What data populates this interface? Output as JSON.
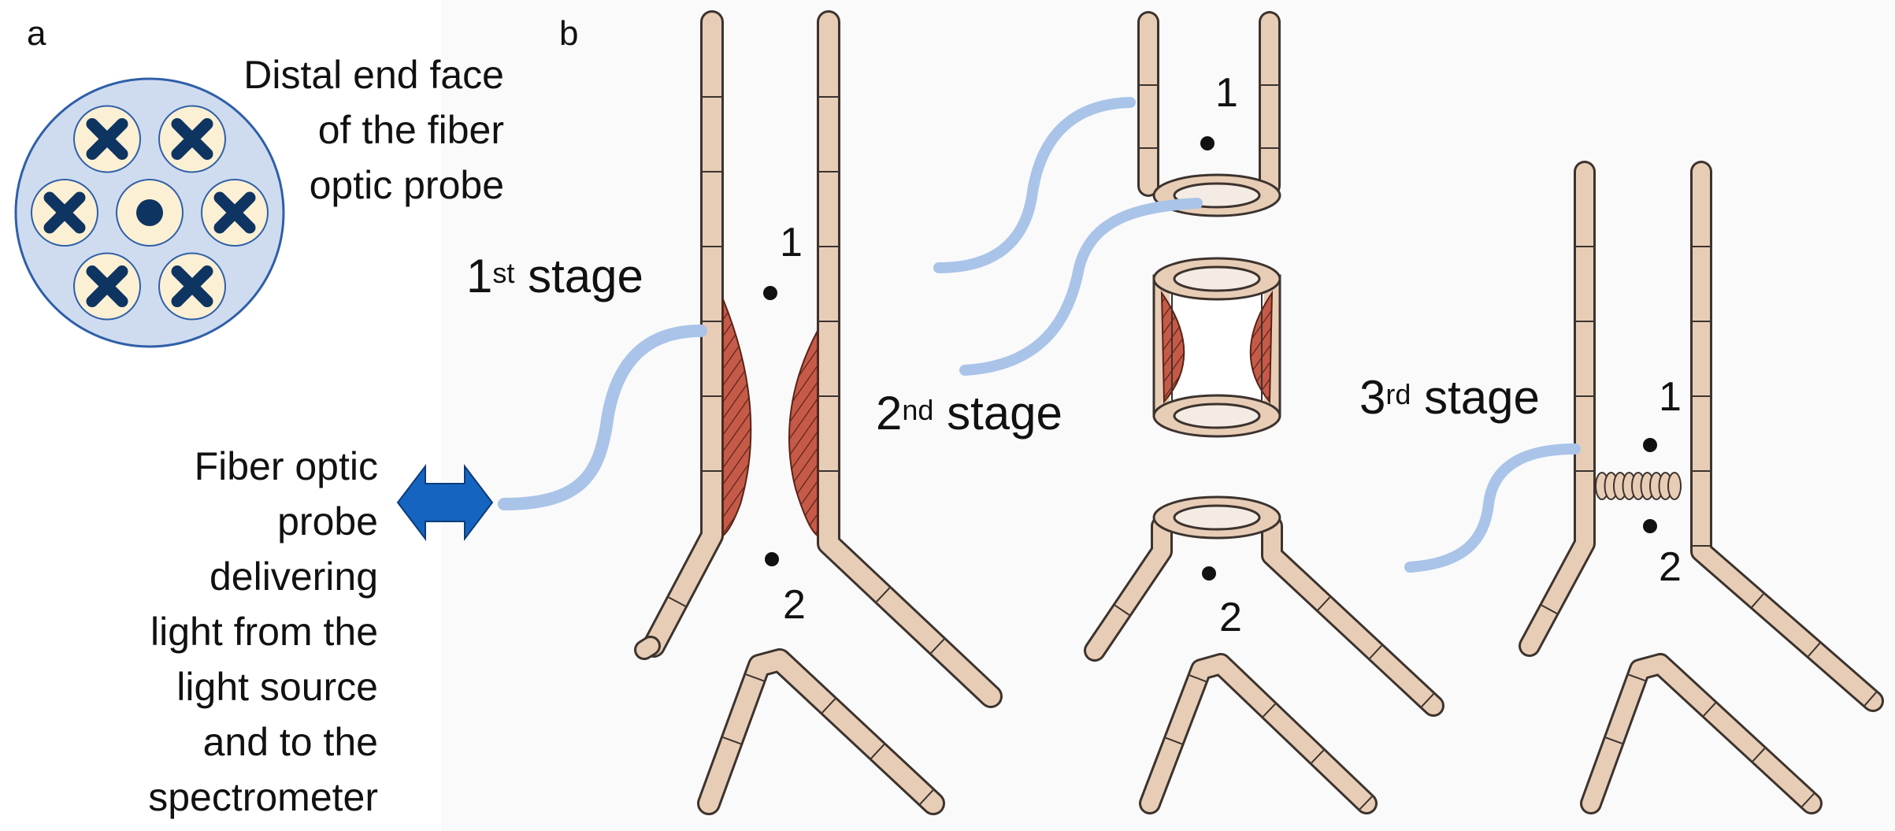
{
  "panels": {
    "a": "a",
    "b": "b"
  },
  "panel_a": {
    "caption_lines": [
      "Distal end face",
      "of the fiber",
      "optic probe"
    ],
    "probe_diagram": {
      "outer_fibers": 6,
      "outer_fiber_marker": "cross-icon",
      "center_fiber_marker": "dot-icon"
    }
  },
  "left_caption": {
    "lines": [
      "Fiber optic",
      "probe",
      "delivering",
      "light from the",
      "light source",
      "and to the",
      "spectrometer"
    ],
    "arrow_icon": "double-arrow-icon",
    "arrow_color": "#1565c0"
  },
  "stages": [
    {
      "number": "1",
      "suffix": "st",
      "word": "stage",
      "points": [
        "1",
        "2"
      ]
    },
    {
      "number": "2",
      "suffix": "nd",
      "word": "stage",
      "points": [
        "1",
        "2"
      ]
    },
    {
      "number": "3",
      "suffix": "rd",
      "word": "stage",
      "points": [
        "1",
        "2"
      ]
    }
  ],
  "colors": {
    "vessel_wall": "#e8cdb6",
    "vessel_outline": "#3c332e",
    "plaque": "#c65a48",
    "probe_fiber": "#a9c4e8",
    "probe_face": "#cfdcf0",
    "fiber_core": "#fbf0d4",
    "marker": "#0e3461"
  }
}
